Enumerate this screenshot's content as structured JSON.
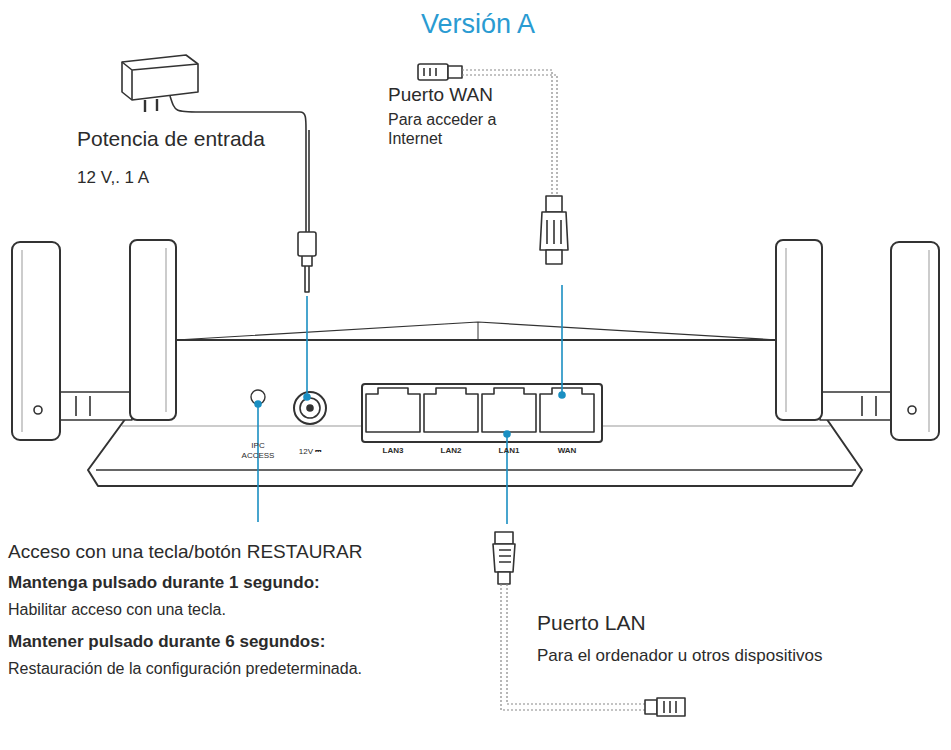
{
  "diagram": {
    "title": "Versión A",
    "labels": [
      "Potencia de entrada",
      "12 V,. 1 A",
      "Puerto WAN",
      "Para acceder a Internet",
      "Acceso con una tecla/botón RESTAURAR",
      "Mantenga pulsado durante 1 segundo:",
      "Habilitar acceso con una tecla.",
      "Mantener pulsado durante 6 segundos:",
      "Restauración de la configuración predeterminada.",
      "Puerto LAN",
      "Para el ordenador u otros dispositivos",
      "IPC ACCESS",
      "12V ⎓",
      "LAN3",
      "LAN2",
      "LAN1",
      "WAN"
    ]
  }
}
